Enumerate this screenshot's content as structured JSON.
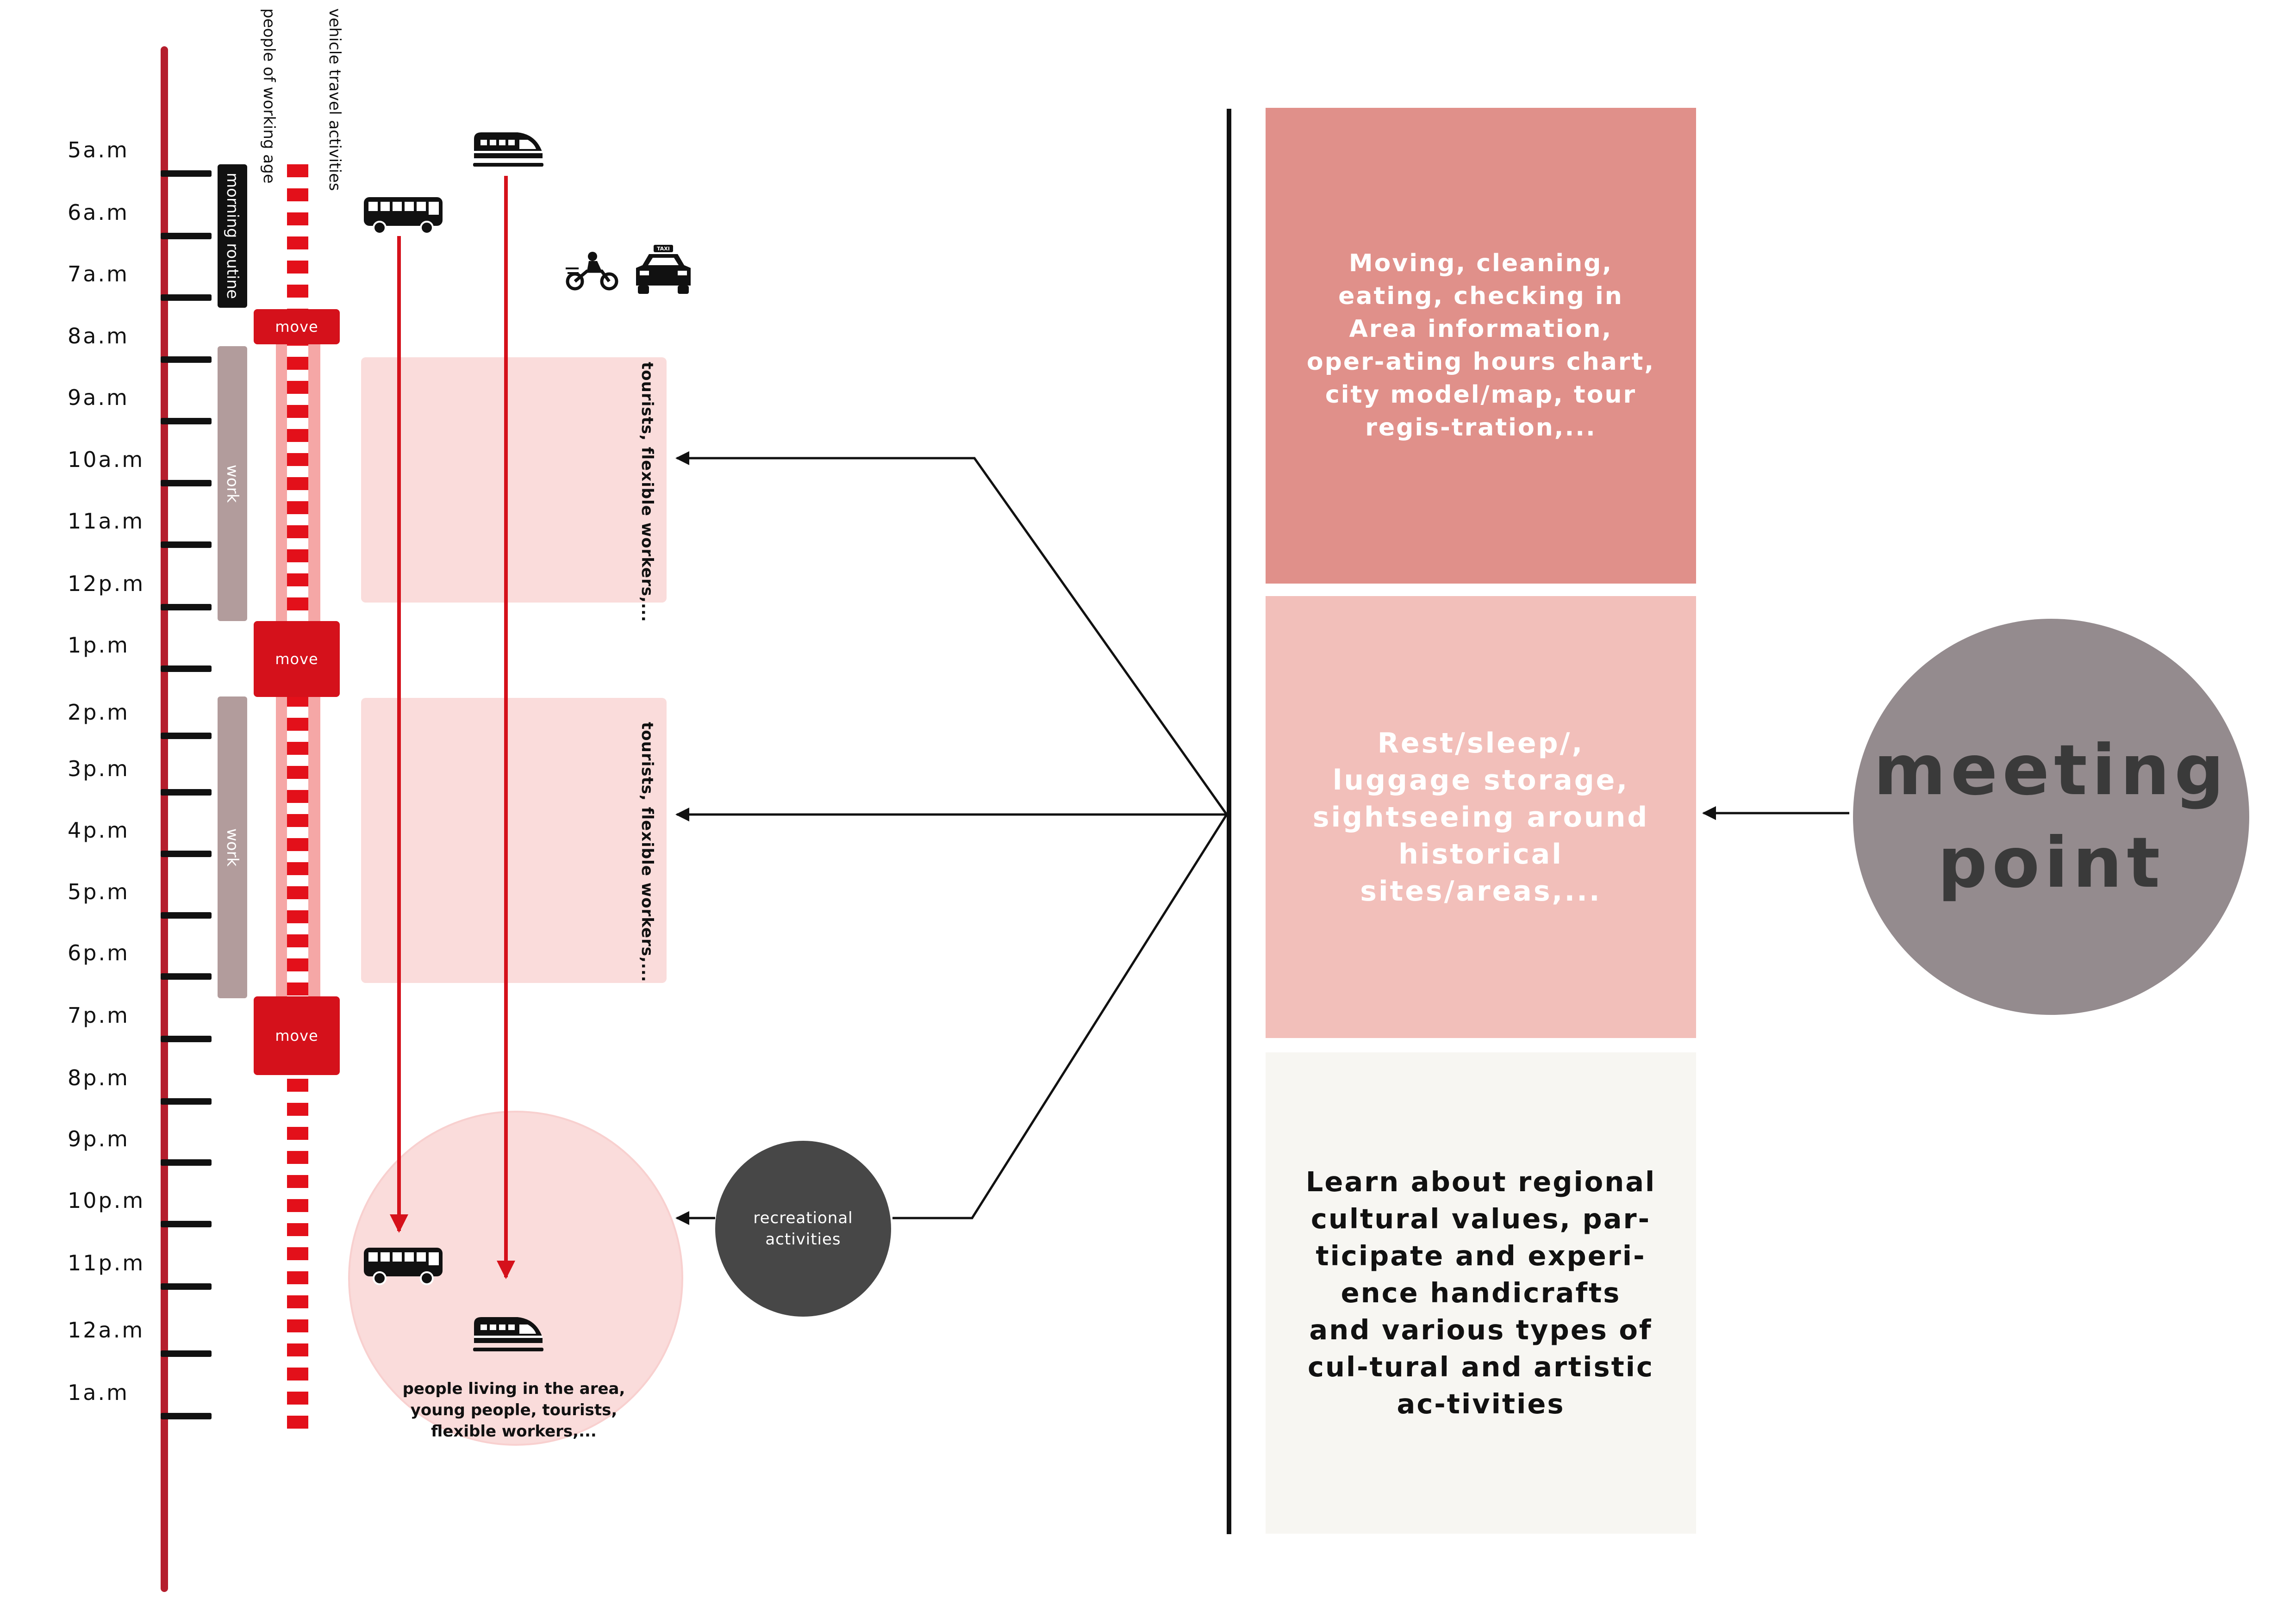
{
  "headers": {
    "people": "people of working age",
    "vehicle": "vehicle travel activities"
  },
  "hours": [
    "5a.m",
    "6a.m",
    "7a.m",
    "8a.m",
    "9a.m",
    "10a.m",
    "11a.m",
    "12p.m",
    "1p.m",
    "2p.m",
    "3p.m",
    "4p.m",
    "5p.m",
    "6p.m",
    "7p.m",
    "8p.m",
    "9p.m",
    "10p.m",
    "11p.m",
    "12a.m",
    "1a.m"
  ],
  "blocks": {
    "morning": "morning routine",
    "work1": "work",
    "work2": "work"
  },
  "moves": [
    "move",
    "move",
    "move"
  ],
  "zones": {
    "upper": "tourists, flexible workers,...",
    "lower": "tourists, flexible workers,..."
  },
  "night_circle": {
    "line1": "people living in the area,",
    "line2": "young people, tourists,",
    "line3": "flexible workers,..."
  },
  "recreational": {
    "line1": "recreational",
    "line2": "activities"
  },
  "panels": {
    "top": "Moving, cleaning, eating, checking in Area information, oper-ating hours chart, city model/map, tour regis-tration,...",
    "middle": "Rest/sleep/, luggage storage, sightseeing around historical sites/areas,...",
    "bottom": "Learn about regional cultural values, par-ticipate and experi-ence handicrafts and various types of cul-tural and artistic ac-tivities"
  },
  "meeting": {
    "line1": "meeting",
    "line2": "point"
  },
  "taxi_sign": "TAXI",
  "colors": {
    "axis": "#b51e2d",
    "move": "#d5111b",
    "band": "#f5a7a6",
    "zone": "#fadcdb",
    "panel_top": "#e0908a",
    "panel_middle": "#f2bfba",
    "panel_bottom": "#f7f6f2",
    "meeting": "#948b8e",
    "recreational": "#474747",
    "work_block": "#b29c9c",
    "morning_block": "#111111"
  },
  "icons": [
    "train-icon",
    "bus-icon",
    "motorbike-icon",
    "taxi-icon"
  ]
}
